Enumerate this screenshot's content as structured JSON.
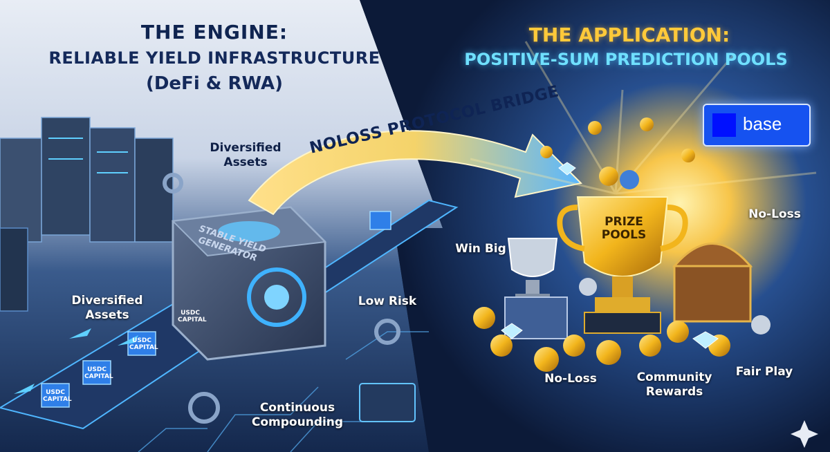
{
  "left_panel": {
    "title_line1": "THE ENGINE:",
    "title_line2": "RELIABLE YIELD INFRASTRUCTURE",
    "title_line3": "(DeFi & RWA)",
    "labels": {
      "diversified_assets_top": "Diversified Assets",
      "diversified_assets_left": "Diversified Assets",
      "low_risk": "Low Risk",
      "continuous_compounding": "Continuous Compounding"
    },
    "generator_label": "STABLE YIELD GENERATOR",
    "token_label": "USDC CAPITAL"
  },
  "bridge": {
    "label": "NOLOSS PROTOCOL BRIDGE"
  },
  "right_panel": {
    "title_line1": "THE APPLICATION:",
    "title_line2": "POSITIVE-SUM PREDICTION POOLS",
    "trophy_label": "PRIZE POOLS",
    "labels": {
      "win_big": "Win Big",
      "no_loss_top": "No-Loss",
      "no_loss_bottom": "No-Loss",
      "community_rewards": "Community Rewards",
      "fair_play": "Fair Play"
    },
    "badge": {
      "text": "base"
    }
  },
  "colors": {
    "left_bg": "#dfe6f2",
    "right_bg": "#102347",
    "accent_blue": "#2f8cff",
    "gold": "#f2b51c",
    "base_blue": "#1652f0"
  }
}
